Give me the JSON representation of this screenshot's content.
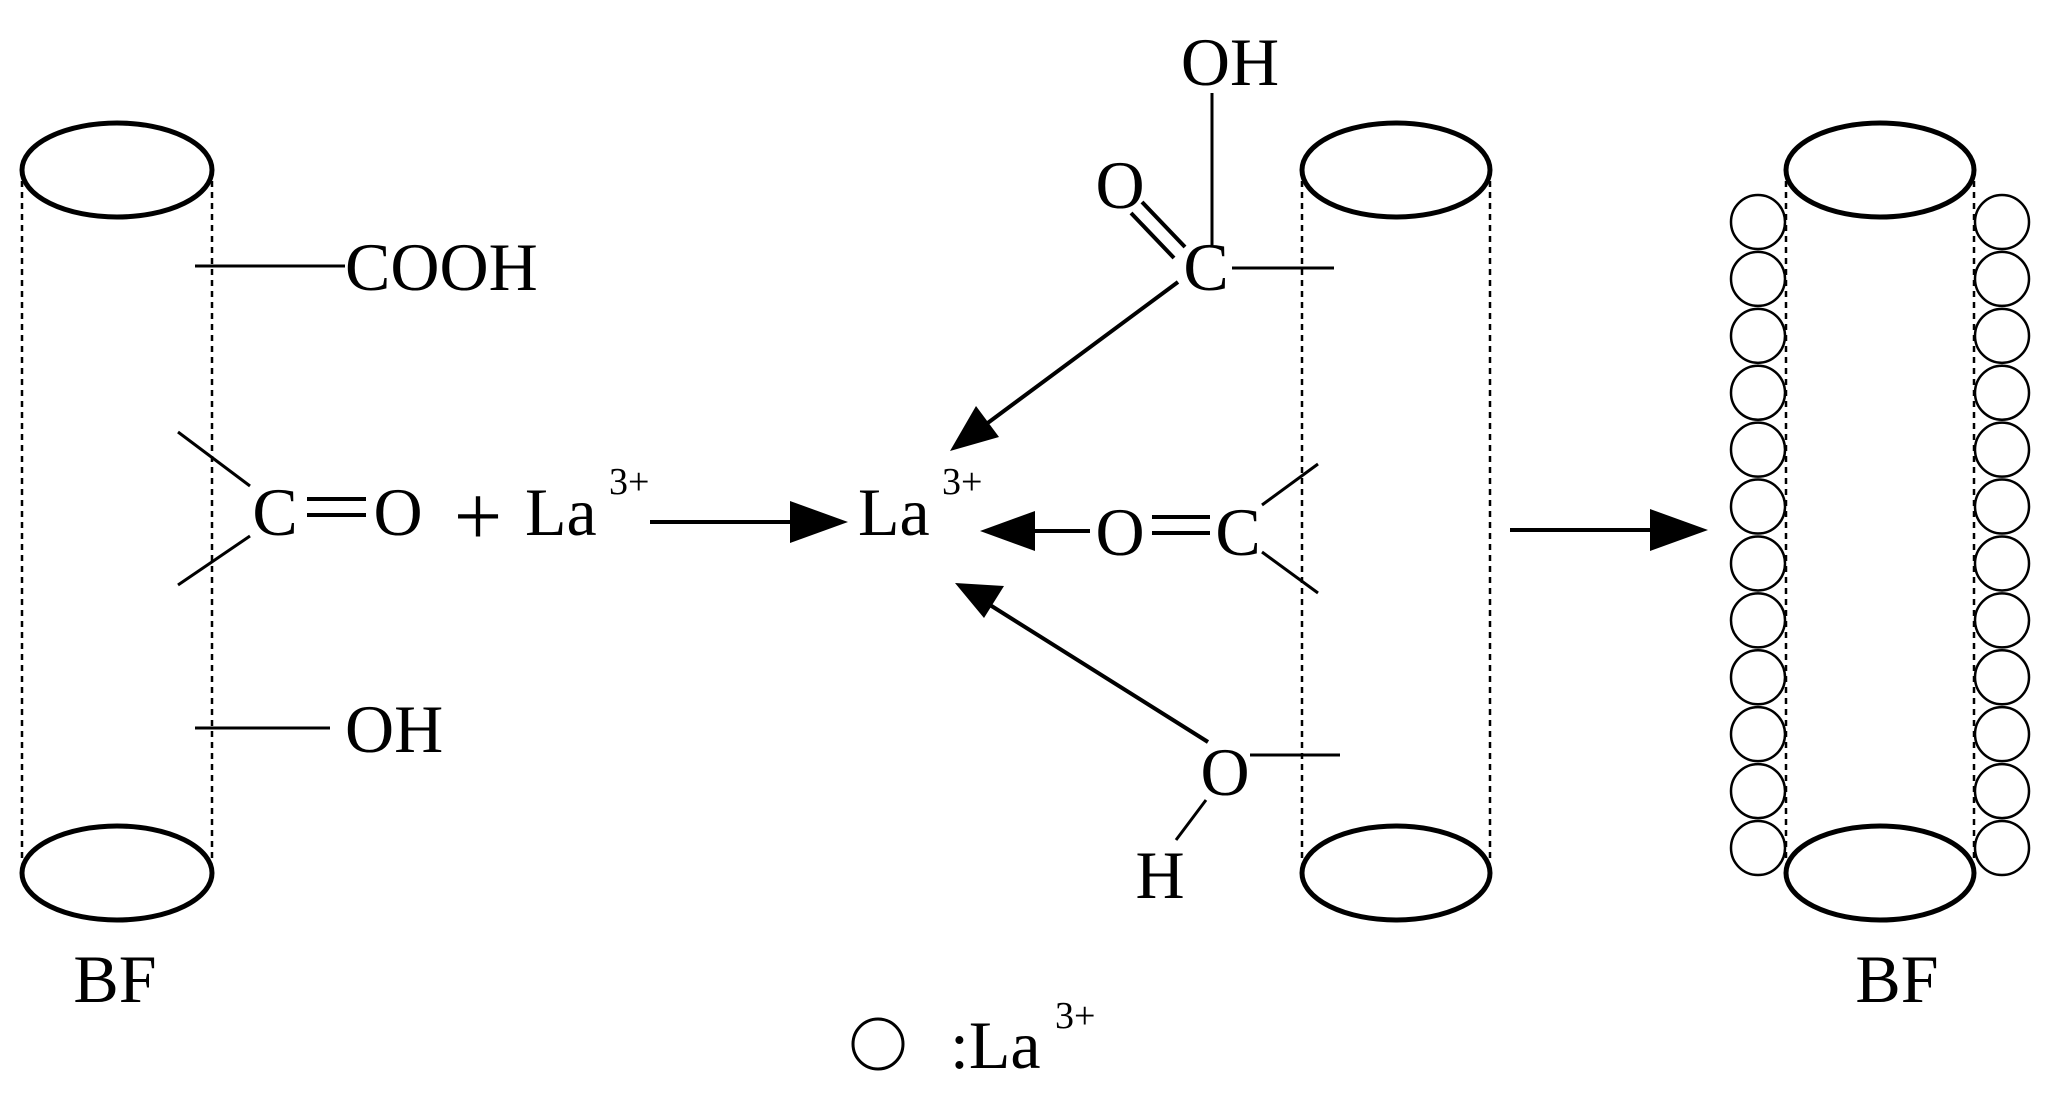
{
  "labels": {
    "bf_left": "BF",
    "bf_right": "BF",
    "cooh": "COOH",
    "oh_left": "OH",
    "carbonyl_c": "C",
    "carbonyl_o": "O",
    "plus": "+",
    "la_reactant": "La",
    "la_reactant_charge": "3+",
    "la_center": "La",
    "la_center_charge": "3+",
    "cooh_oh": "OH",
    "cooh_o": "O",
    "cooh_c": "C",
    "carbonyl2_o": "O",
    "carbonyl2_c": "C",
    "hydroxyl_o": "O",
    "hydroxyl_h": "H"
  },
  "legend": {
    "symbol": "circle",
    "text": ":La",
    "charge": "3+"
  },
  "beads": {
    "per_side": 12
  }
}
